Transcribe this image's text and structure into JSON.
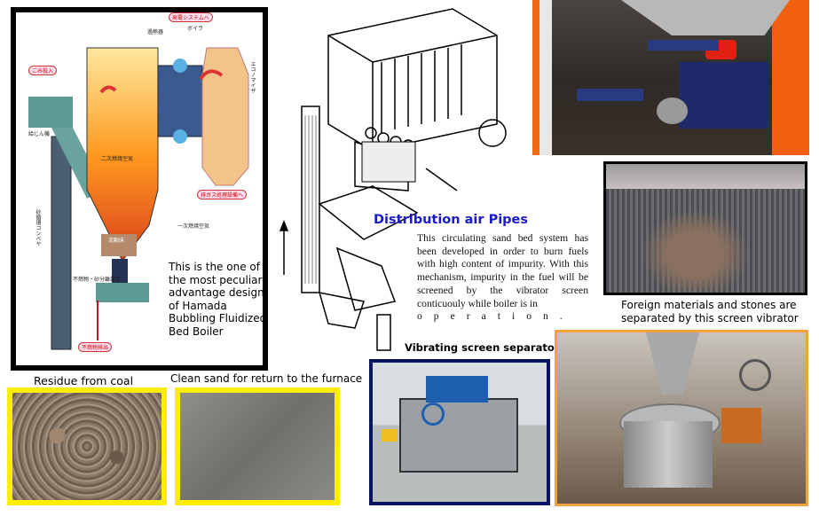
{
  "boiler_diagram": {
    "description_text": "This is the one of the most peculiar advantage design of Hamada Bubbling Fluidized Bed Boiler",
    "labels": {
      "to_power_system": "発電システムへ",
      "superheater": "過熱器",
      "boiler": "ボイラ",
      "waste_input": "ごみ投入",
      "feeder": "給じん機",
      "economizer": "エコノマイザ",
      "secondary_air": "二次燃焼空気",
      "primary_air": "一次燃焼空気",
      "fluid_bed": "流動床",
      "sand_separator": "不燃物・砂分離装置",
      "discharge": "不燃物排出",
      "conveyor": "砂循環コンベヤ",
      "to_exhaust": "排ガス処理設備へ"
    }
  },
  "captions": {
    "residue": "Residue from coal",
    "clean_sand": "Clean sand for return to the furnace",
    "foreign_materials_line1": "Foreign materials and stones are",
    "foreign_materials_line2": "separated by this screen vibrator"
  },
  "center": {
    "heading": "Distribution air Pipes",
    "paragraph": "This circulating sand bed system has been developed in order to burn fuels with high content of impurity. With this mechanism, impurity in the fuel will be screened by the vibrator screen conticuouly while boiler is in",
    "paragraph_end": "operation.",
    "vibrating_title": "Vibrating screen separator"
  },
  "colors": {
    "heading_blue": "#1a1acc",
    "frame_yellow": "#ffee00",
    "frame_navy": "#0a1560",
    "frame_orange": "#f5a040"
  }
}
